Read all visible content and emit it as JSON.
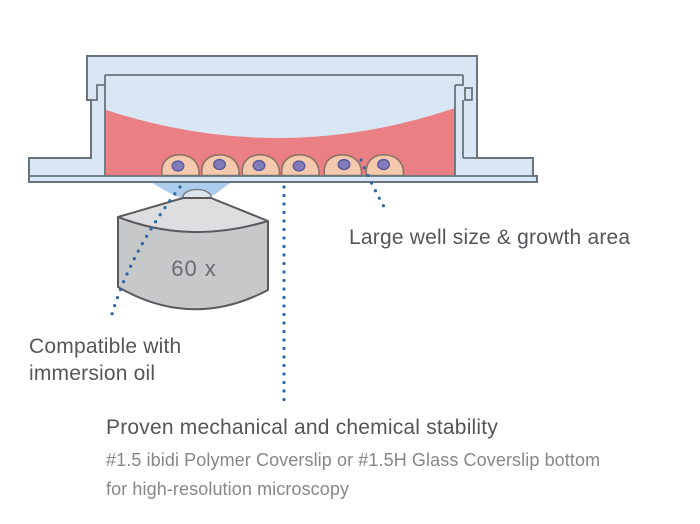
{
  "labels": {
    "magnification": "60 x",
    "well_area": "Large well size & growth area",
    "immersion": [
      "Compatible with",
      "immersion oil"
    ],
    "stability_heading": "Proven mechanical and chemical stability",
    "coverslip_note": [
      "#1.5 ibidi Polymer Coverslip or #1.5H Glass Coverslip bottom",
      "for high-resolution microscopy"
    ]
  },
  "colors": {
    "background": "#ffffff",
    "vessel_fill": "#d9e7f4",
    "vessel_outline": "#68747e",
    "medium": "#ea8084",
    "cell_fill": "#f5c9ad",
    "cell_outline": "#8a7366",
    "nucleus_fill": "#817cba",
    "nucleus_outline": "#5c589c",
    "oil": "#accdeb",
    "lens_fill": "#dde4eb",
    "lens_outline": "#79828a",
    "objective_top": "#dcdee0",
    "objective_body": "#c6c8ca",
    "objective_outline": "#595a5e",
    "magnification_text": "#696b6f",
    "leader": "#2d67a3",
    "label_text": "#55565a",
    "subtext": "#85878b"
  }
}
